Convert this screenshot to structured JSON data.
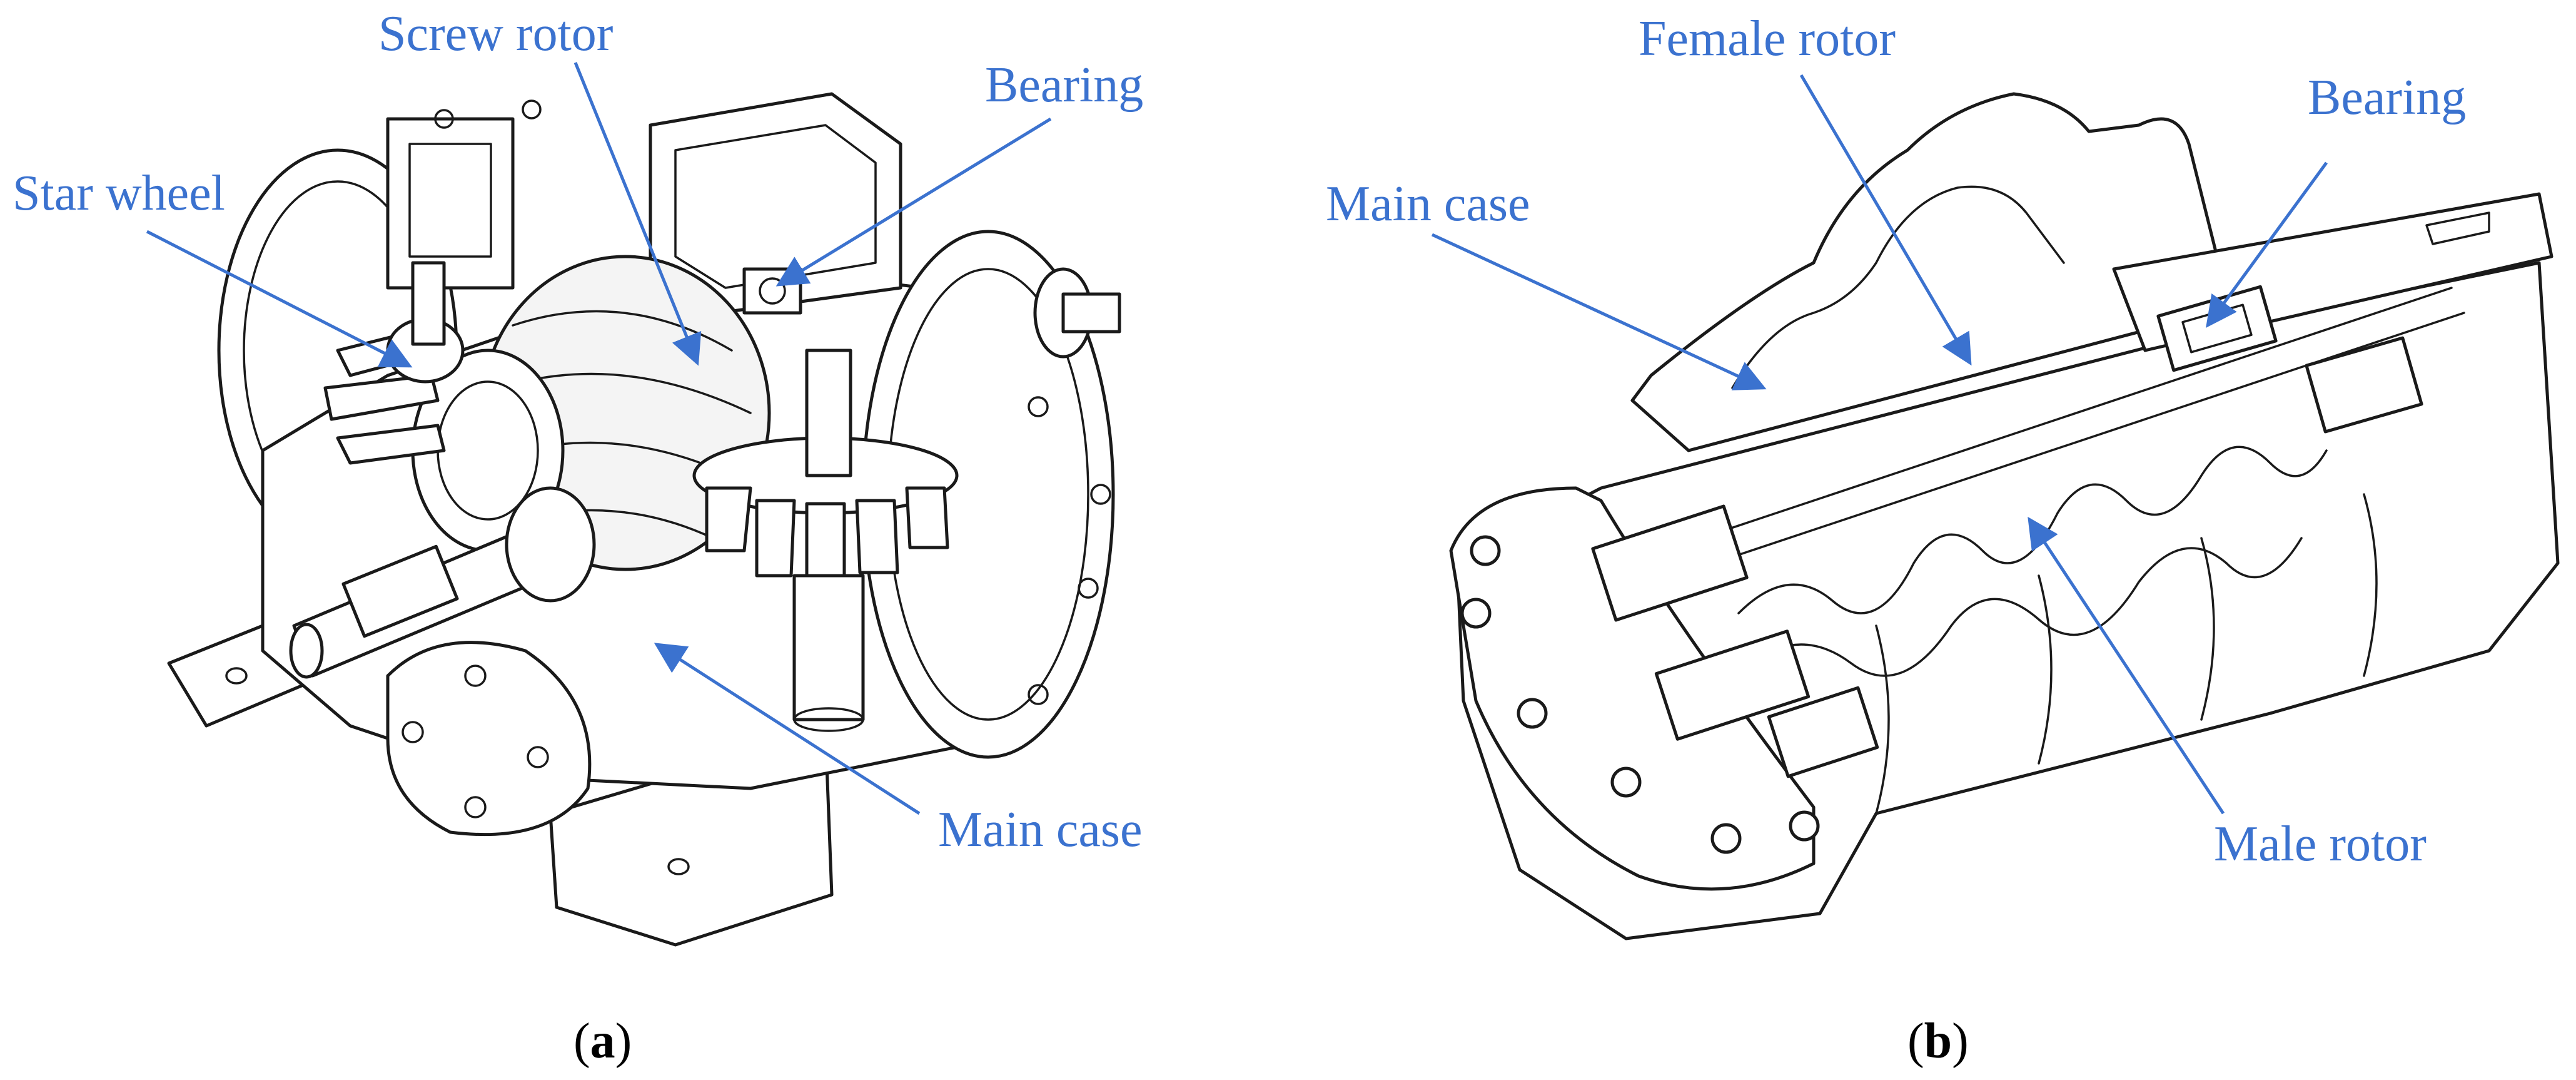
{
  "colors": {
    "callout": "#3b72cf",
    "drawing": "#1a1a1a",
    "background": "#ffffff"
  },
  "panel_a": {
    "label_open": "(",
    "label_letter": "a",
    "label_close": ")",
    "callouts": {
      "screw_rotor": "Screw rotor",
      "bearing": "Bearing",
      "star_wheel": "Star wheel",
      "main_case": "Main case"
    }
  },
  "panel_b": {
    "label_open": "(",
    "label_letter": "b",
    "label_close": ")",
    "callouts": {
      "female_rotor": "Female rotor",
      "bearing": "Bearing",
      "main_case": "Main case",
      "male_rotor": "Male rotor"
    }
  }
}
